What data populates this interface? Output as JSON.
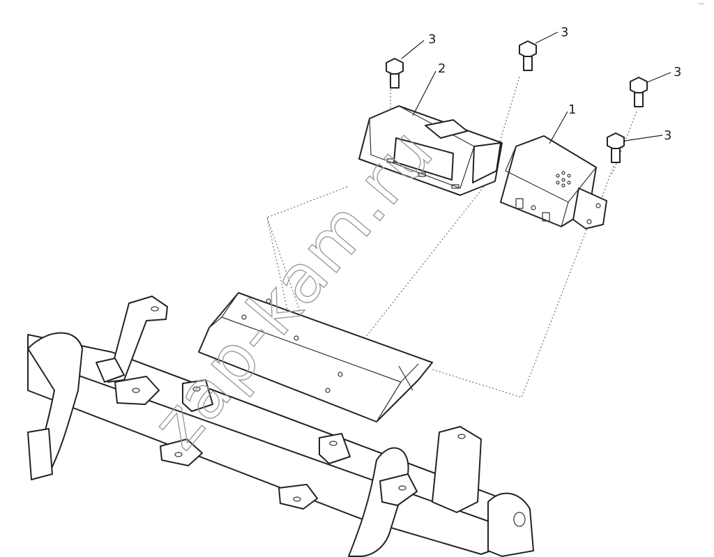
{
  "callouts": {
    "bolt_top_left": "3",
    "bolt_top_center": "3",
    "bolt_right_upper": "3",
    "bolt_right_lower": "3",
    "cover": "2",
    "control_unit": "1"
  },
  "watermark": "zap-kam.ru",
  "corner_mark": "·--"
}
